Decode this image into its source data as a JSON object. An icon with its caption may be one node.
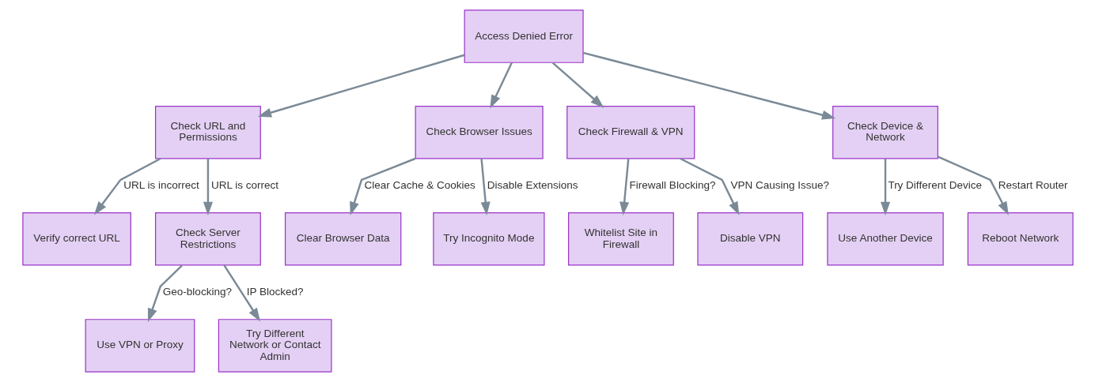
{
  "diagram": {
    "nodes": [
      {
        "text": [
          "Access Denied Error"
        ]
      },
      {
        "text": [
          "Check URL and Permissions"
        ]
      },
      {
        "text": [
          "Check Browser Issues"
        ]
      },
      {
        "text": [
          "Check Firewall & VPN"
        ]
      },
      {
        "text": [
          "Check Device & Network"
        ]
      },
      {
        "text": [
          "Verify correct URL"
        ]
      },
      {
        "text": [
          "Check Server Restrictions"
        ]
      },
      {
        "text": [
          "Clear Browser Data"
        ]
      },
      {
        "text": [
          "Try Incognito Mode"
        ]
      },
      {
        "text": [
          "Whitelist Site in Firewall"
        ]
      },
      {
        "text": [
          "Disable VPN"
        ]
      },
      {
        "text": [
          "Use Another Device"
        ]
      },
      {
        "text": [
          "Reboot Network"
        ]
      },
      {
        "text": [
          "Use VPN or Proxy"
        ]
      },
      {
        "text": [
          "Try Different Network or Contact Admin"
        ]
      }
    ],
    "edges": [
      {
        "from": 0,
        "to": 1,
        "arrow": "to"
      },
      {
        "from": 0,
        "to": 2,
        "arrow": "to"
      },
      {
        "from": 0,
        "to": 3,
        "arrow": "to"
      },
      {
        "from": 0,
        "to": 4,
        "arrow": "to"
      },
      {
        "from": 1,
        "to": 5,
        "arrow": "to",
        "label": "URL is incorrect"
      },
      {
        "from": 1,
        "to": 6,
        "arrow": "to",
        "label": "URL is correct"
      },
      {
        "from": 2,
        "to": 7,
        "arrow": "to",
        "label": "Clear Cache & Cookies"
      },
      {
        "from": 2,
        "to": 8,
        "arrow": "to",
        "label": "Disable Extensions"
      },
      {
        "from": 3,
        "to": 9,
        "arrow": "to",
        "label": "Firewall Blocking?"
      },
      {
        "from": 3,
        "to": 10,
        "arrow": "to",
        "label": "VPN Causing Issue?"
      },
      {
        "from": 4,
        "to": 11,
        "arrow": "to",
        "label": "Try Different Device"
      },
      {
        "from": 4,
        "to": 12,
        "arrow": "to",
        "label": "Restart Router"
      },
      {
        "from": 6,
        "to": 13,
        "arrow": "to",
        "label": "Geo-blocking?"
      },
      {
        "from": 6,
        "to": 14,
        "arrow": "to",
        "label": "IP Blocked?"
      }
    ]
  }
}
